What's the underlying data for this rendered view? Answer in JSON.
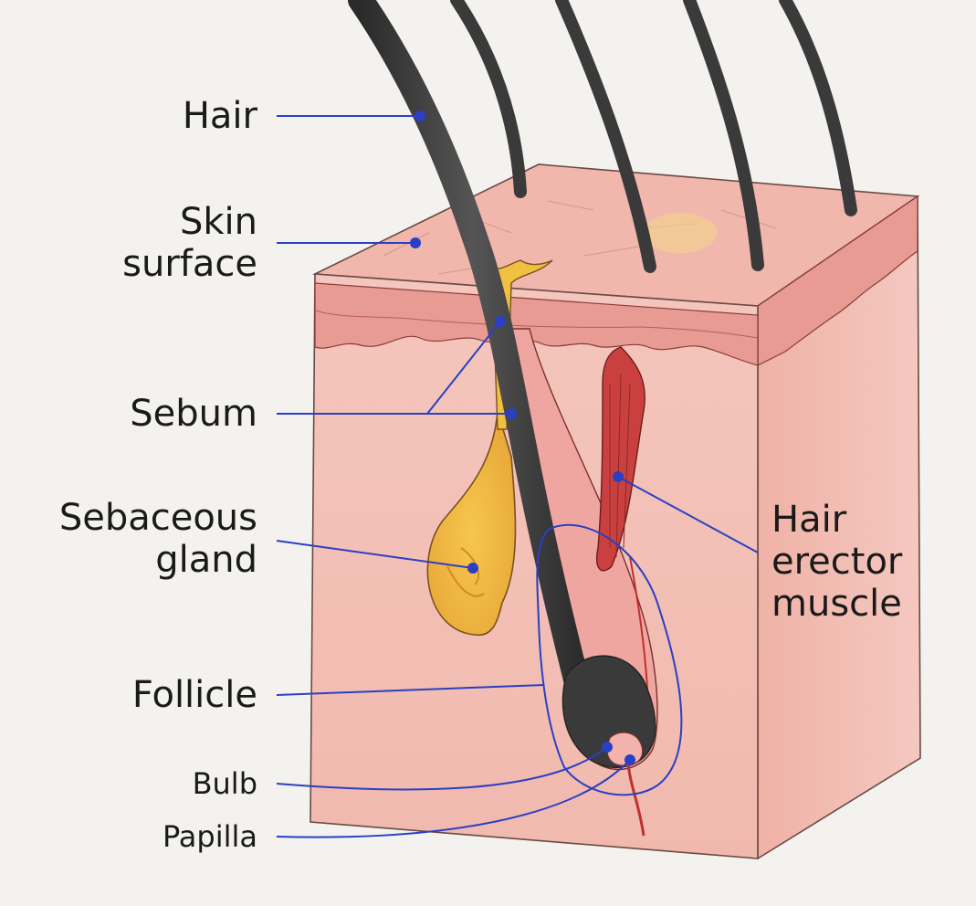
{
  "labels": {
    "hair": "Hair",
    "skin_surface_1": "Skin",
    "skin_surface_2": "surface",
    "sebum": "Sebum",
    "sebaceous_1": "Sebaceous",
    "sebaceous_2": "gland",
    "follicle": "Follicle",
    "bulb": "Bulb",
    "papilla": "Papilla",
    "erector_1": "Hair",
    "erector_2": "erector",
    "erector_3": "muscle"
  },
  "colors": {
    "background": "#f4f2ee",
    "skin_light": "#f3c4bb",
    "skin_mid": "#eea99d",
    "epidermis": "#e59a90",
    "hair": "#3a3a3a",
    "sebum": "#f0c040",
    "muscle": "#c9403e",
    "leader": "#2b3fc4"
  }
}
